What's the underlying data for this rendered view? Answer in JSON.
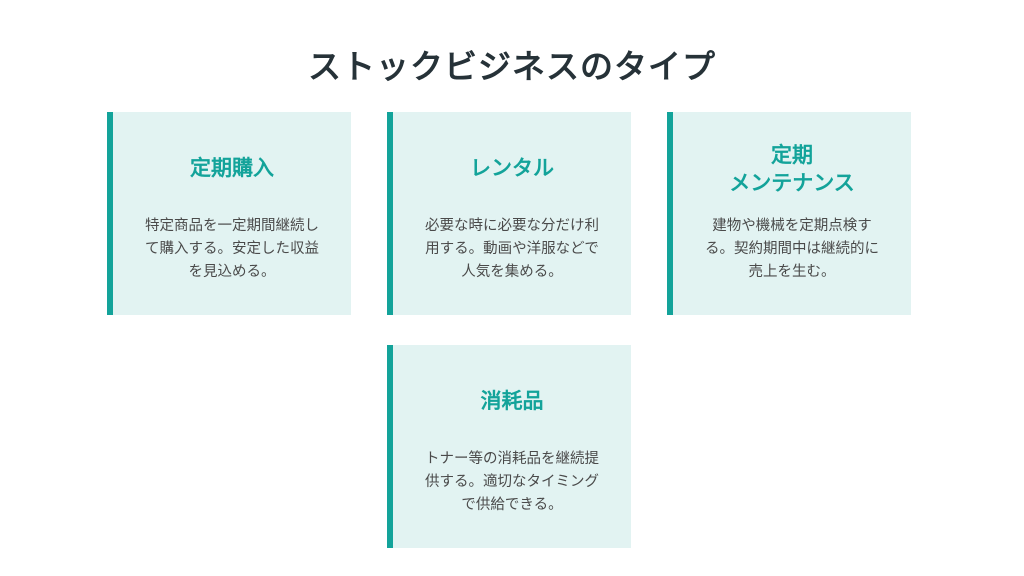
{
  "title": "ストックビジネスのタイプ",
  "cards": [
    {
      "heading": "定期購入",
      "body": "特定商品を一定期間継続して購入する。安定した収益を見込める。"
    },
    {
      "heading": "レンタル",
      "body": "必要な時に必要な分だけ利用する。動画や洋服などで人気を集める。"
    },
    {
      "heading": "定期\nメンテナンス",
      "body": "建物や機械を定期点検する。契約期間中は継続的に売上を生む。"
    },
    {
      "heading": "消耗品",
      "body": "トナー等の消耗品を継続提供する。適切なタイミングで供給できる。"
    }
  ],
  "colors": {
    "accent": "#13a39a",
    "card_background": "#e2f3f2",
    "title_text": "#263238",
    "body_text": "#4a4a4a"
  }
}
